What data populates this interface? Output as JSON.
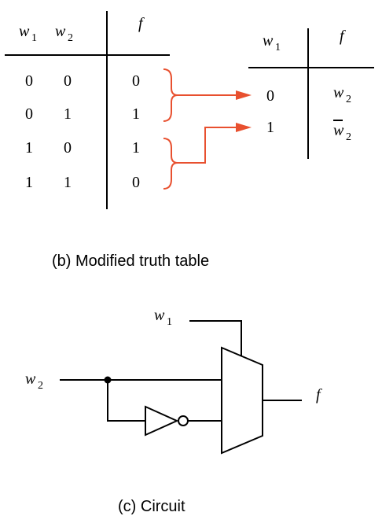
{
  "truth_table": {
    "headers": {
      "w1": "w",
      "w1_sub": "1",
      "w2": "w",
      "w2_sub": "2",
      "f": "f"
    },
    "rows": [
      {
        "w1": "0",
        "w2": "0",
        "f": "0"
      },
      {
        "w1": "0",
        "w2": "1",
        "f": "1"
      },
      {
        "w1": "1",
        "w2": "0",
        "f": "1"
      },
      {
        "w1": "1",
        "w2": "1",
        "f": "0"
      }
    ]
  },
  "modified_table": {
    "headers": {
      "w1": "w",
      "w1_sub": "1",
      "f": "f"
    },
    "rows": [
      {
        "w1": "0",
        "f": "w",
        "f_sub": "2"
      },
      {
        "w1": "1",
        "f": "w",
        "f_sub": "2"
      }
    ]
  },
  "captions": {
    "modified": "(b) Modified truth table",
    "circuit": "(c) Circuit"
  },
  "circuit": {
    "w1_label": "w",
    "w1_sub": "1",
    "w2_label": "w",
    "w2_sub": "2",
    "f_label": "f"
  },
  "colors": {
    "arrow": "#e8502f"
  }
}
